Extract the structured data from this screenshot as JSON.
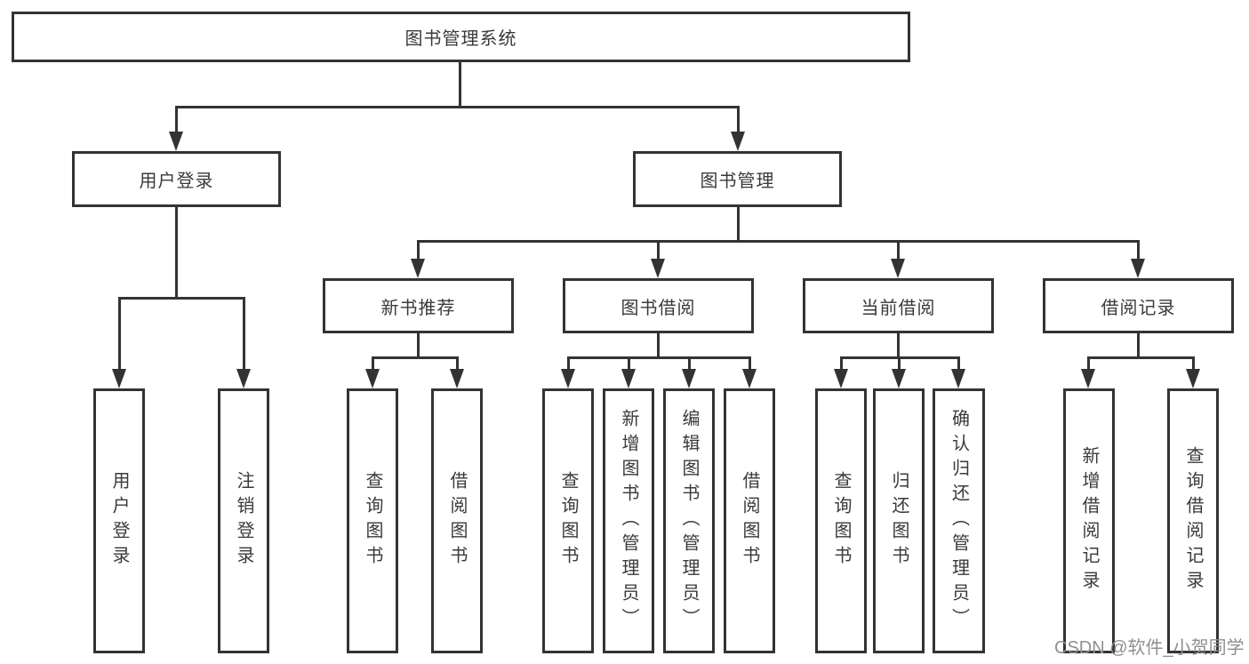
{
  "diagram": {
    "root": {
      "label": "图书管理系统"
    },
    "level2": {
      "user_login": {
        "label": "用户登录"
      },
      "book_mgmt": {
        "label": "图书管理"
      }
    },
    "level3": {
      "new_books": {
        "label": "新书推荐"
      },
      "borrowing": {
        "label": "图书借阅"
      },
      "current": {
        "label": "当前借阅"
      },
      "records": {
        "label": "借阅记录"
      }
    },
    "leaves": {
      "login": {
        "label": "用户登录"
      },
      "logout": {
        "label": "注销登录"
      },
      "nb_query": {
        "label": "查询图书"
      },
      "nb_borrow": {
        "label": "借阅图书"
      },
      "bw_query": {
        "label": "查询图书"
      },
      "bw_add": {
        "label": "新增图书（管理员）"
      },
      "bw_edit": {
        "label": "编辑图书（管理员）"
      },
      "bw_borrow": {
        "label": "借阅图书"
      },
      "cur_query": {
        "label": "查询图书"
      },
      "cur_return": {
        "label": "归还图书"
      },
      "cur_confirm": {
        "label": "确认归还（管理员）"
      },
      "rec_add": {
        "label": "新增借阅记录"
      },
      "rec_query": {
        "label": "查询借阅记录"
      }
    }
  },
  "watermark": {
    "text": "CSDN @软件_小贺同学"
  },
  "colors": {
    "line": "#333333",
    "box_border": "#333333",
    "box_background": "#ffffff",
    "text": "#3a3a3a",
    "watermark": "#8e8f8f"
  }
}
